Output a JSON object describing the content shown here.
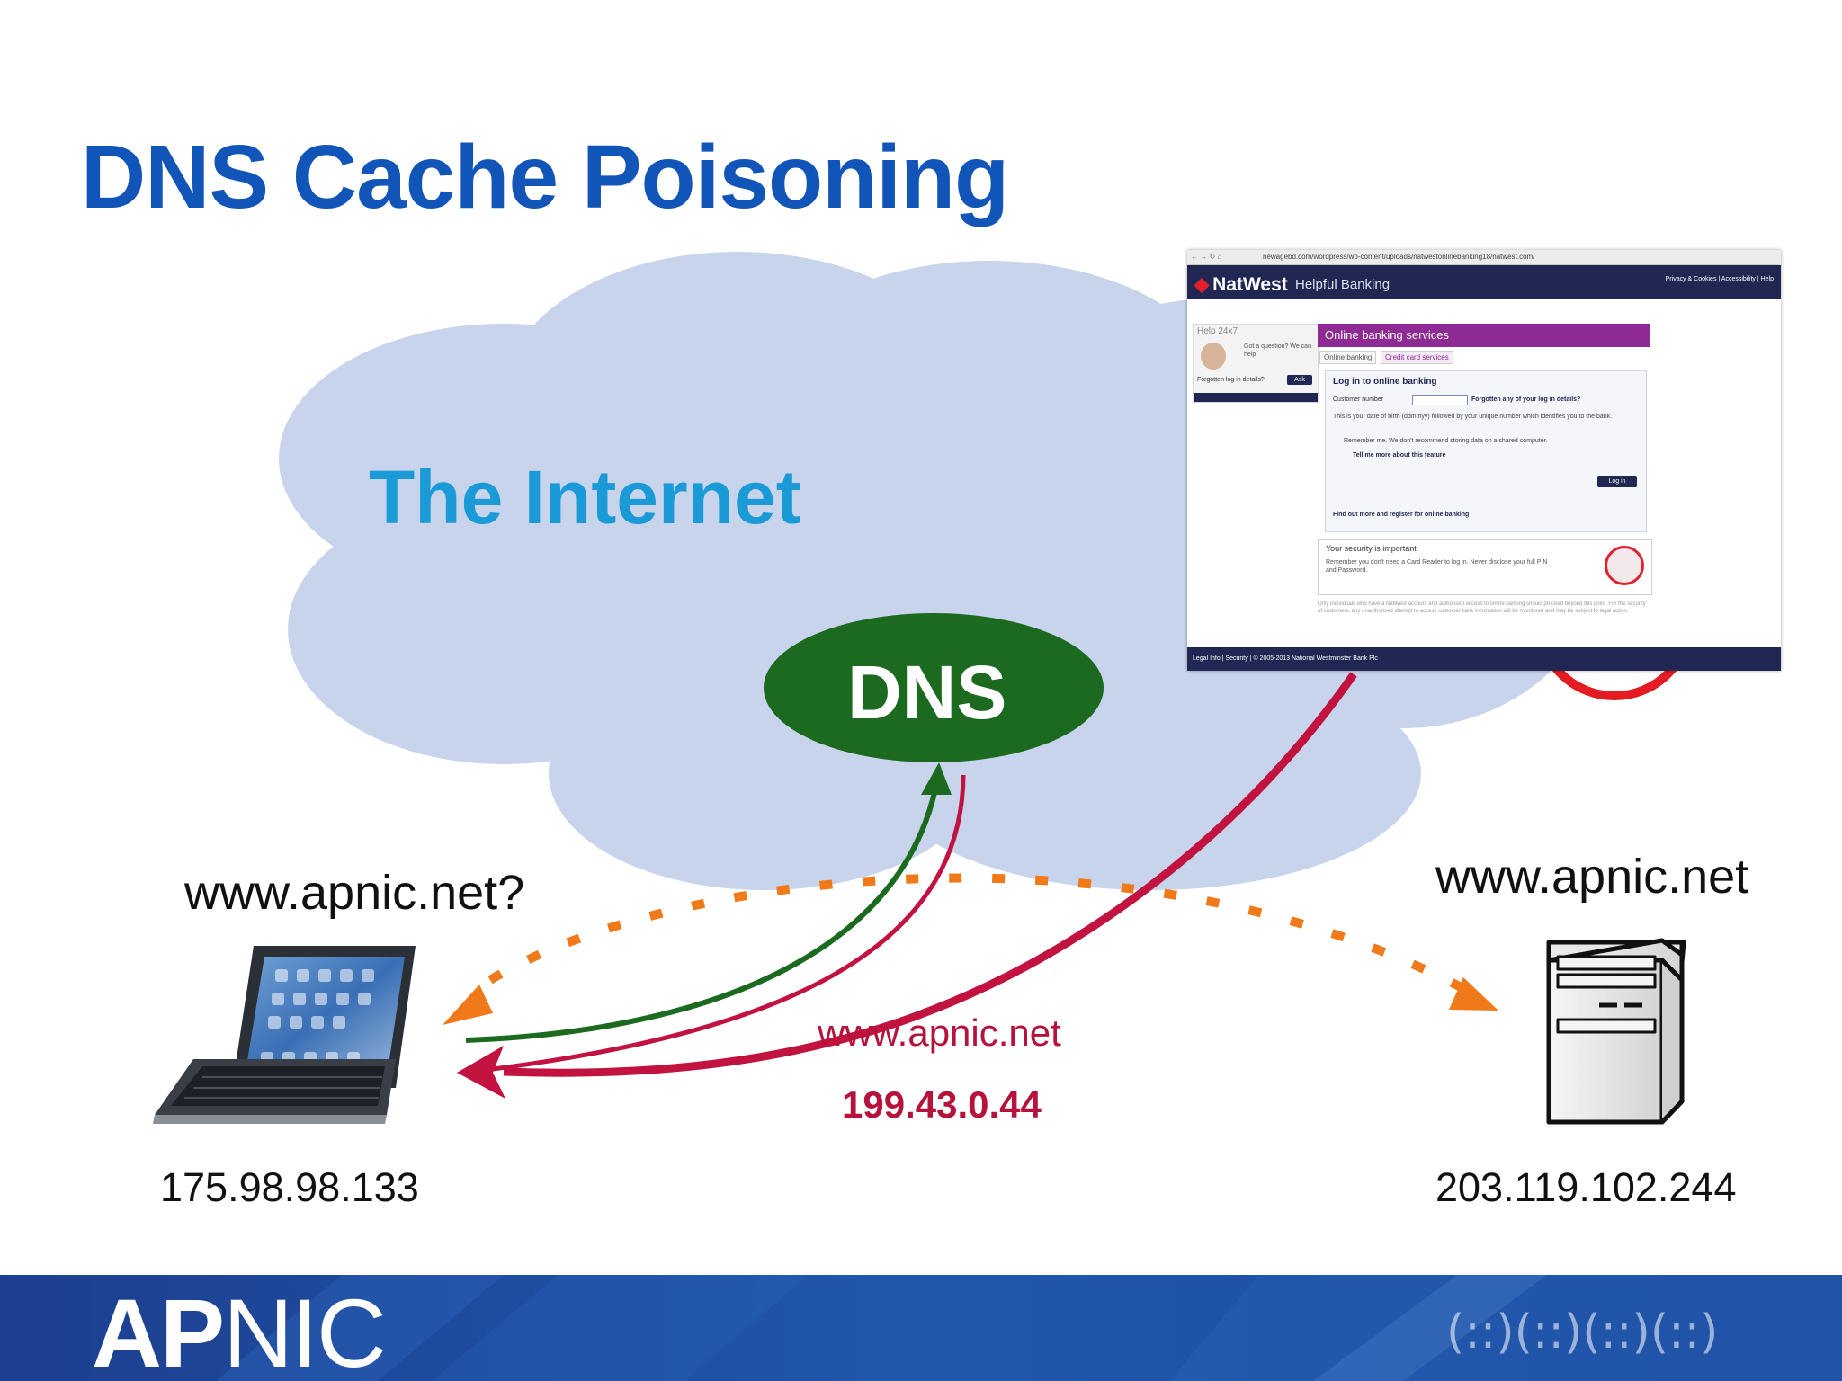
{
  "slide": {
    "title": "DNS Cache Poisoning"
  },
  "diagram": {
    "cloud_label": "The Internet",
    "dns_node": "DNS",
    "query_label": "www.apnic.net?",
    "server_label": "www.apnic.net",
    "client_ip": "175.98.98.133",
    "server_ip": "203.119.102.244",
    "response_host": "www.apnic.net",
    "response_ip": "199.43.0.44"
  },
  "fake_site": {
    "url": "newagebd.com/wordpress/wp-content/uploads/natwestonlinebanking18/natwest.com/",
    "brand": "NatWest",
    "tagline": "Helpful Banking",
    "top_links": "Privacy & Cookies | Accessibility | Help",
    "help_title": "Help 24x7",
    "help_text": "Got a question? We can help",
    "help_question": "Forgotten log in details?",
    "ask_button": "Ask",
    "panel_title": "Online banking services",
    "tab_online": "Online banking",
    "tab_credit": "Credit card services",
    "form_title": "Log in to online banking",
    "customer_number_label": "Customer number",
    "forgotten_link": "Forgotten any of your log in details?",
    "dob_text": "This is your date of birth (ddmmyy) followed by your unique number which identifies you to the bank.",
    "remember_text": "Remember me. We don't recommend storing data on a shared computer.",
    "tell_me": "Tell me more about this feature",
    "login_button": "Log in",
    "find_out": "Find out more and register for online banking",
    "security_title": "Your security is important",
    "security_text": "Remember you don't need a Card Reader to log in. Never disclose your full PIN and Password.",
    "fine_print": "Only individuals who have a NatWest account and authorised access to online banking should proceed beyond this point. For the security of customers, any unauthorised attempt to access customer bank information will be monitored and may be subject to legal action.",
    "footer": "Legal Info | Security | © 2005-2013 National Westminster Bank Plc"
  },
  "footer": {
    "logo": "APNIC",
    "logo_bold": "AP",
    "logo_rest": "NIC"
  },
  "colors": {
    "title": "#1255b8",
    "cloud": "#c8d3ec",
    "cloud_label": "#1a9ad7",
    "dns": "#1b6a1f",
    "query_arrow": "#1b6a1f",
    "poison_arrow": "#c2123f",
    "dotted": "#f07a1a",
    "footer": "#1a4d9b"
  }
}
